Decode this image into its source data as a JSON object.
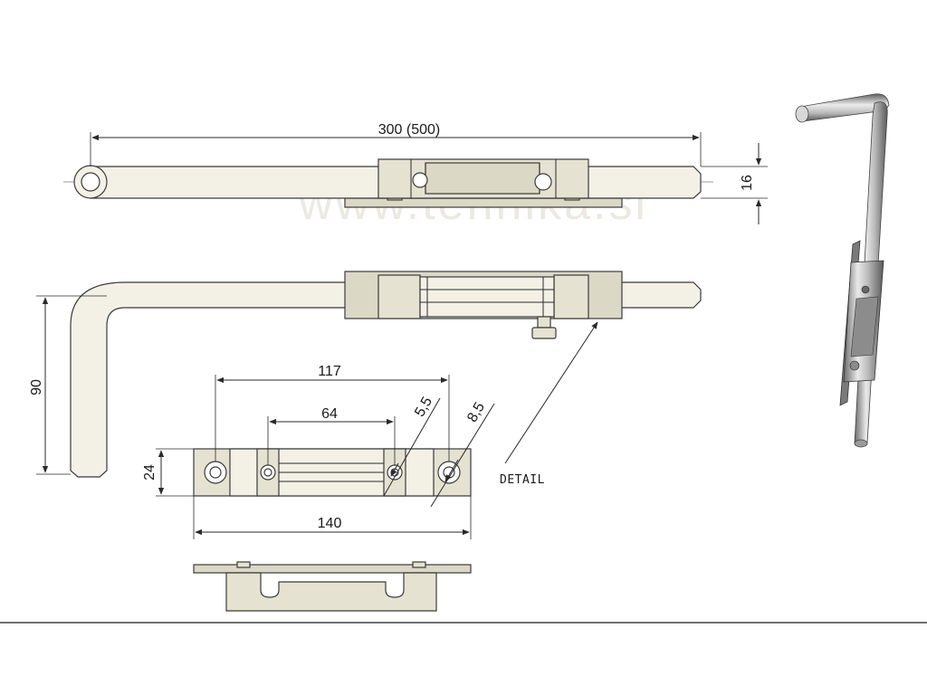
{
  "dimensions": {
    "overall_length": "300 (500)",
    "rod_diameter": "16",
    "handle_height": "90",
    "hole_spacing_outer": "117",
    "hole_spacing_inner": "64",
    "hole_small_diameter": "5,5",
    "hole_large_diameter": "8,5",
    "plate_height": "24",
    "plate_length": "140"
  },
  "annotations": {
    "detail_label": "DETAIL"
  },
  "watermark": "www.tehnika.si",
  "colors": {
    "part_fill": "#e6e2d2",
    "outline": "#3b3b3b",
    "dimension_lines": "#2a2a2a",
    "background": "#ffffff"
  }
}
